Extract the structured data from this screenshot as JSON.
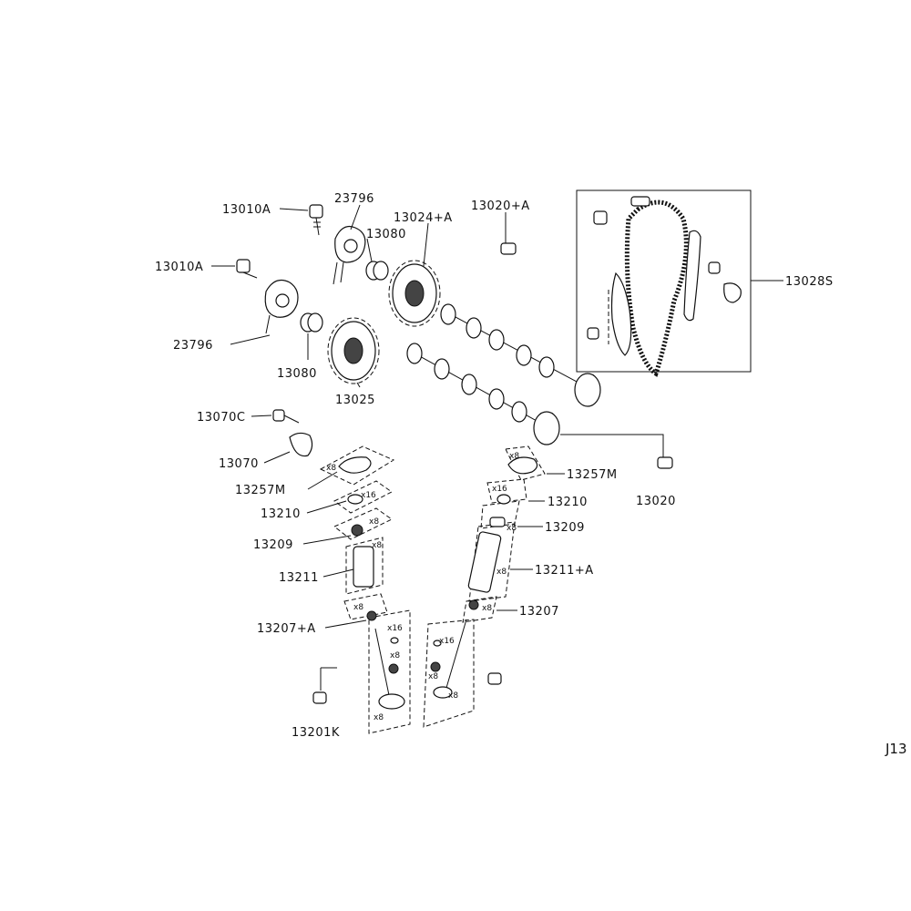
{
  "labels": {
    "l13010A_top": "13010A",
    "l23796_top": "23796",
    "l13080_top": "13080",
    "l13024A": "13024+A",
    "l13020A": "13020+A",
    "l13010A_left": "13010A",
    "l23796_bottom": "23796",
    "l13080_bottom": "13080",
    "l13025": "13025",
    "l13028S": "13028S",
    "l13070C": "13070C",
    "l13070": "13070",
    "l13257M_left": "13257M",
    "l13210_left": "13210",
    "l13209_left": "13209",
    "l13211": "13211",
    "l13207A": "13207+A",
    "l13201K": "13201K",
    "l13257M_right": "13257M",
    "l13210_right": "13210",
    "l13209_right": "13209",
    "l13211A": "13211+A",
    "l13207": "13207",
    "l13020": "13020"
  },
  "quantities": {
    "q_l_257": "x8",
    "q_l_210": "x16",
    "q_l_209": "x8",
    "q_l_211": "x8",
    "q_l_207": "x8",
    "q_l_v16": "x16",
    "q_l_v8a": "x8",
    "q_l_v8b": "x8",
    "q_r_257": "x8",
    "q_r_210": "x16",
    "q_r_209": "x8",
    "q_r_211": "x8",
    "q_r_207": "x8",
    "q_r_v16": "x16",
    "q_r_v8a": "x8",
    "q_r_v8b": "x8"
  },
  "reference": "J13"
}
